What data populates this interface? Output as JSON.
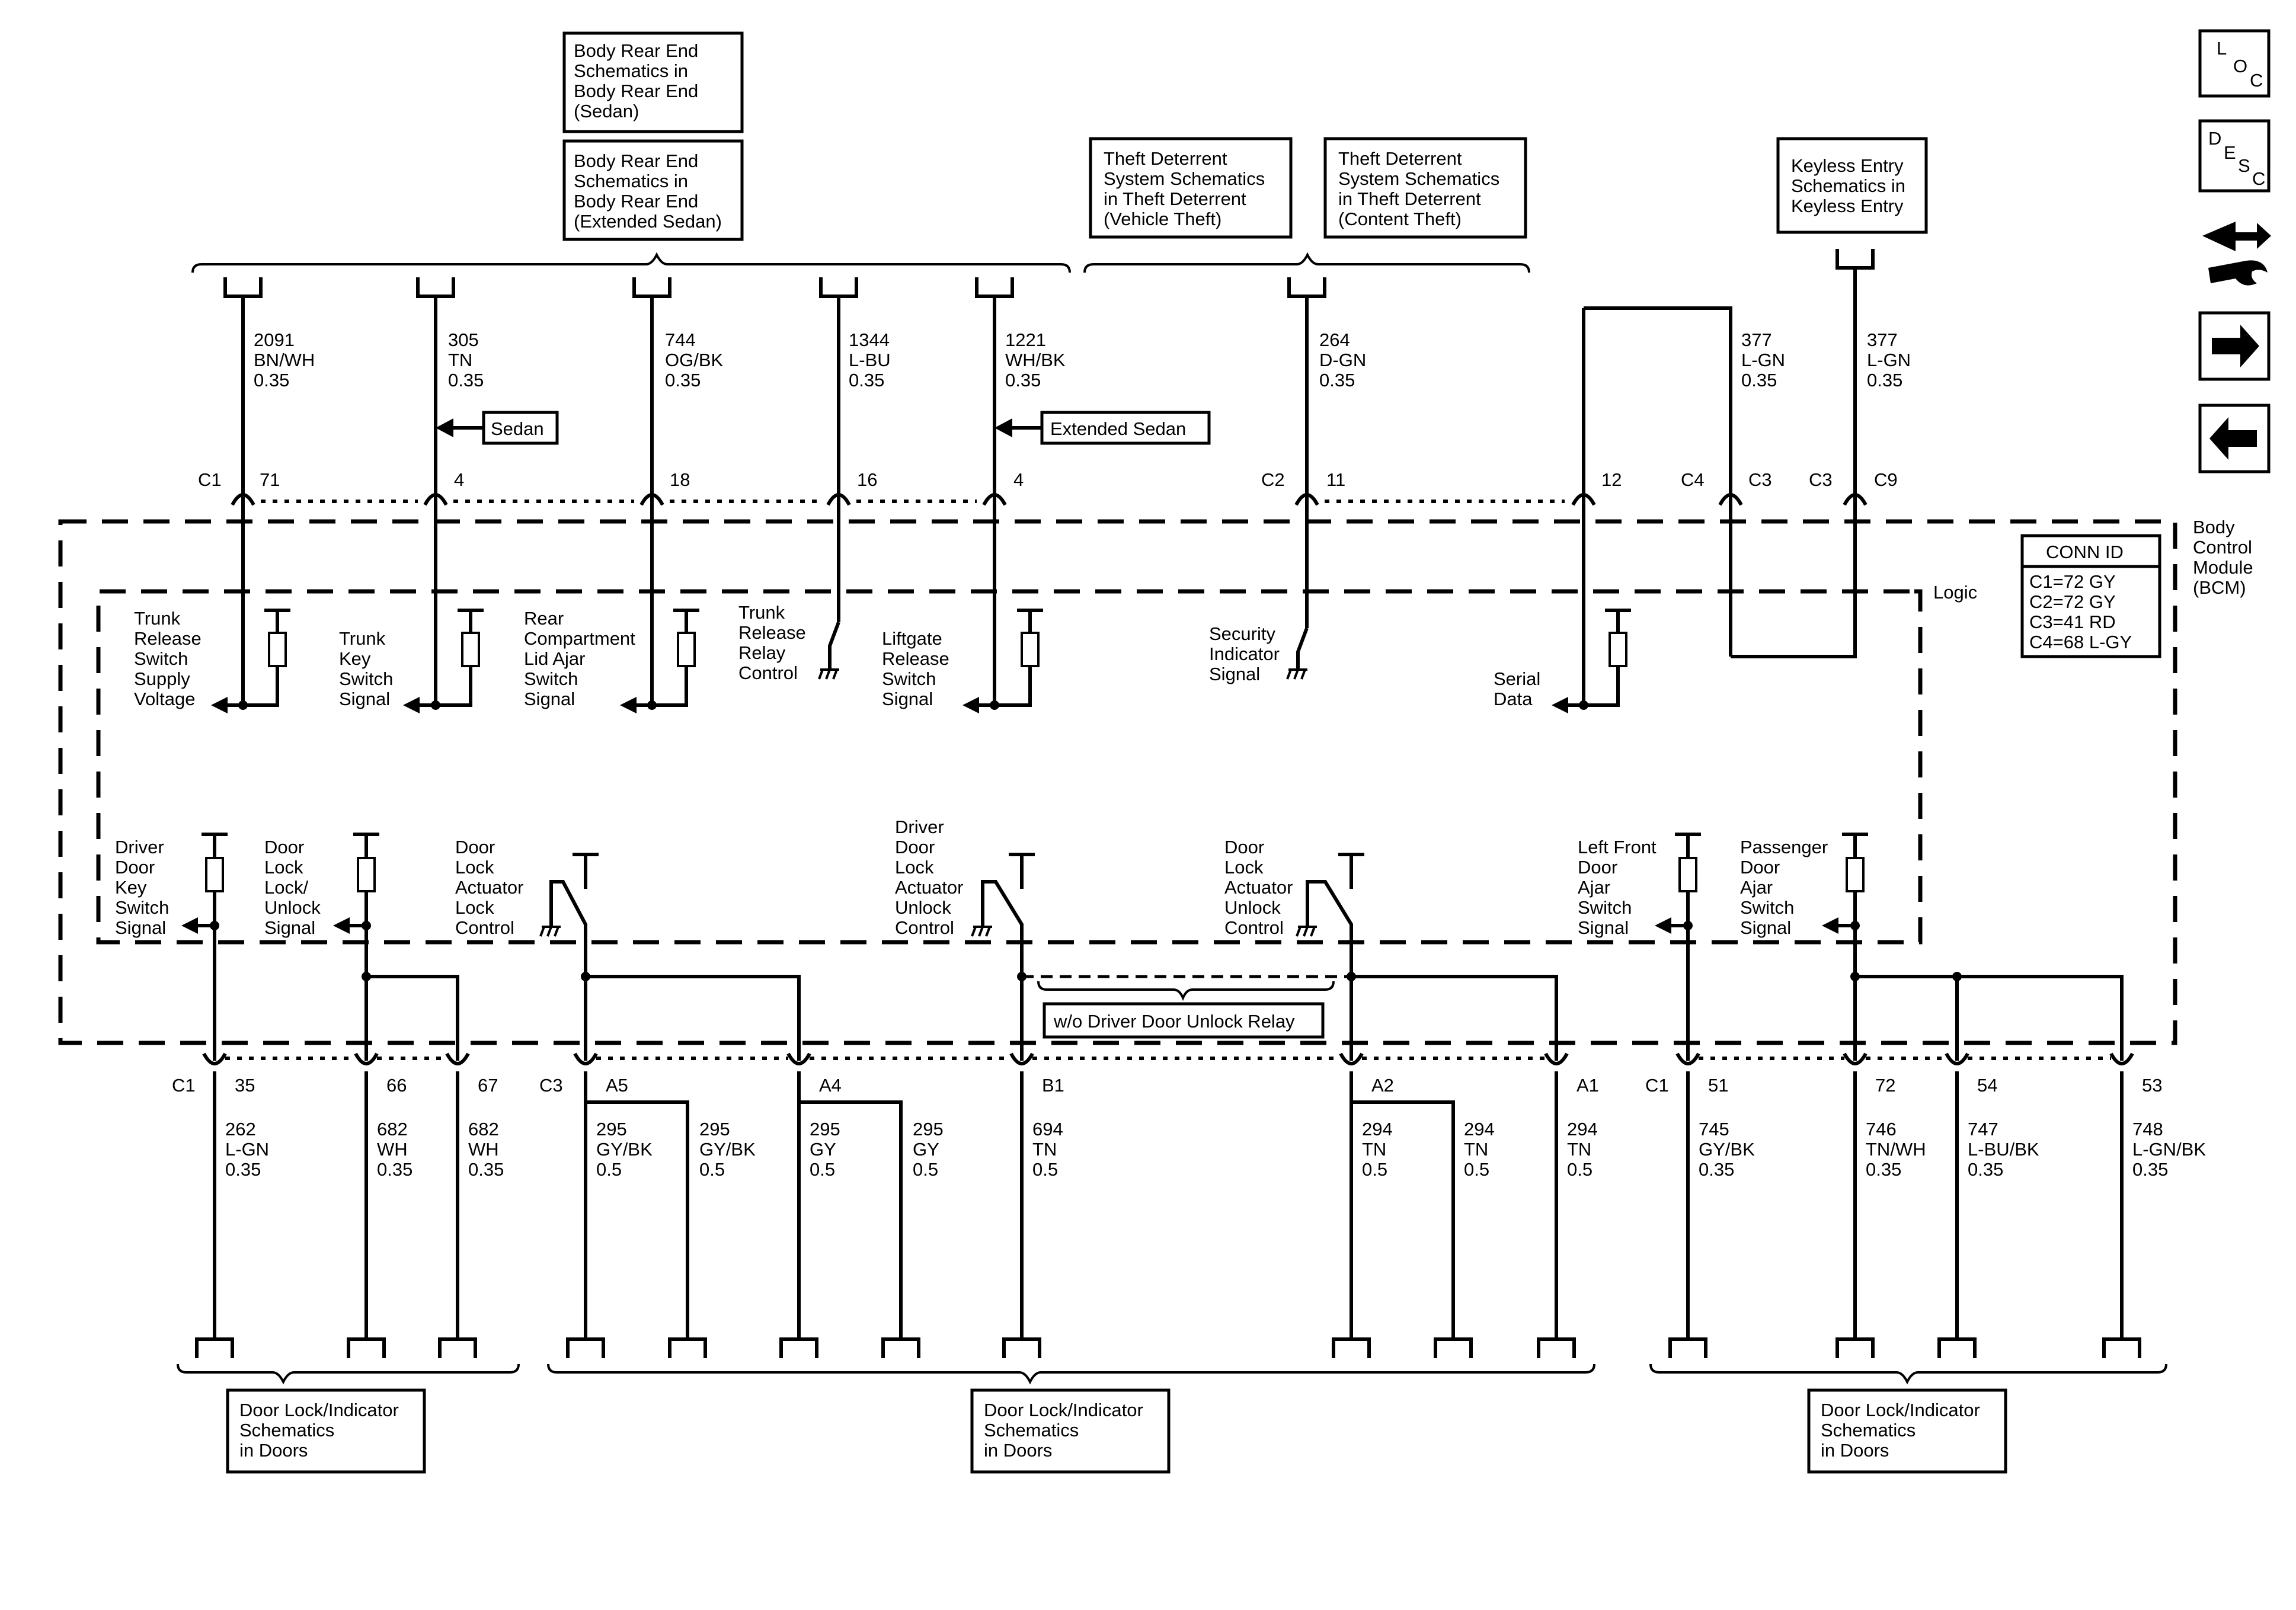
{
  "nav": {
    "loc": {
      "l": "L",
      "o": "O",
      "c": "C"
    },
    "desc": {
      "d": "D",
      "e": "E",
      "s": "S",
      "c": "C"
    }
  },
  "references": {
    "body_rear_sedan": [
      "Body Rear End",
      "Schematics in",
      "Body Rear End",
      "(Sedan)"
    ],
    "body_rear_ext": [
      "Body Rear End",
      "Schematics in",
      "Body Rear End",
      "(Extended Sedan)"
    ],
    "theft_vehicle": [
      "Theft Deterrent",
      "System Schematics",
      "in Theft Deterrent",
      "(Vehicle Theft)"
    ],
    "theft_content": [
      "Theft Deterrent",
      "System Schematics",
      "in Theft Deterrent",
      "(Content Theft)"
    ],
    "keyless": [
      "Keyless Entry",
      "Schematics in",
      "Keyless Entry"
    ],
    "door_left": [
      "Door Lock/Indicator",
      "Schematics",
      "in Doors"
    ],
    "door_mid": [
      "Door Lock/Indicator",
      "Schematics",
      "in Doors"
    ],
    "door_right": [
      "Door Lock/Indicator",
      "Schematics",
      "in Doors"
    ]
  },
  "module": {
    "name": [
      "Body",
      "Control",
      "Module",
      "(BCM)"
    ],
    "logic": "Logic",
    "conn_id": {
      "title": "CONN ID",
      "rows": [
        "C1=72 GY",
        "C2=72 GY",
        "C3=41 RD",
        "C4=68 L-GY"
      ]
    }
  },
  "options": {
    "sedan": "Sedan",
    "extended_sedan": "Extended Sedan",
    "no_unlock_relay": "w/o Driver Door Unlock Relay"
  },
  "top_wires": [
    {
      "circuit": "2091",
      "color": "BN/WH",
      "gauge": "0.35",
      "connector": "C1",
      "pin": "71"
    },
    {
      "circuit": "305",
      "color": "TN",
      "gauge": "0.35",
      "pin": "4"
    },
    {
      "circuit": "744",
      "color": "OG/BK",
      "gauge": "0.35",
      "pin": "18"
    },
    {
      "circuit": "1344",
      "color": "L-BU",
      "gauge": "0.35",
      "pin": "16"
    },
    {
      "circuit": "1221",
      "color": "WH/BK",
      "gauge": "0.35",
      "pin": "4"
    },
    {
      "circuit": "264",
      "color": "D-GN",
      "gauge": "0.35",
      "connector": "C2",
      "pin": "11"
    },
    {
      "pin": "12"
    },
    {
      "circuit": "377",
      "color": "L-GN",
      "gauge": "0.35",
      "connector": "C4",
      "pin": "C3"
    },
    {
      "circuit": "377",
      "color": "L-GN",
      "gauge": "0.35",
      "connector": "C3",
      "pin": "C9"
    }
  ],
  "top_signals": [
    [
      "Trunk",
      "Release",
      "Switch",
      "Supply",
      "Voltage"
    ],
    [
      "Trunk",
      "Key",
      "Switch",
      "Signal"
    ],
    [
      "Rear",
      "Compartment",
      "Lid Ajar",
      "Switch",
      "Signal"
    ],
    [
      "Trunk",
      "Release",
      "Relay",
      "Control"
    ],
    [
      "Liftgate",
      "Release",
      "Switch",
      "Signal"
    ],
    [
      "Security",
      "Indicator",
      "Signal"
    ],
    [
      "Serial",
      "Data"
    ]
  ],
  "bottom_signals": [
    [
      "Driver",
      "Door",
      "Key",
      "Switch",
      "Signal"
    ],
    [
      "Door",
      "Lock",
      "Lock/",
      "Unlock",
      "Signal"
    ],
    [
      "Door",
      "Lock",
      "Actuator",
      "Lock",
      "Control"
    ],
    [
      "Driver",
      "Door",
      "Lock",
      "Actuator",
      "Unlock",
      "Control"
    ],
    [
      "Door",
      "Lock",
      "Actuator",
      "Unlock",
      "Control"
    ],
    [
      "Left Front",
      "Door",
      "Ajar",
      "Switch",
      "Signal"
    ],
    [
      "Passenger",
      "Door",
      "Ajar",
      "Switch",
      "Signal"
    ]
  ],
  "bottom_wires": [
    {
      "connector": "C1",
      "pin": "35",
      "circuit": "262",
      "color": "L-GN",
      "gauge": "0.35"
    },
    {
      "pin": "66",
      "circuit": "682",
      "color": "WH",
      "gauge": "0.35"
    },
    {
      "pin": "67",
      "circuit": "682",
      "color": "WH",
      "gauge": "0.35"
    },
    {
      "connector": "C3",
      "pin": "A5",
      "circuit": "295",
      "color": "GY/BK",
      "gauge": "0.5"
    },
    {
      "circuit": "295",
      "color": "GY/BK",
      "gauge": "0.5"
    },
    {
      "pin": "A4",
      "circuit": "295",
      "color": "GY",
      "gauge": "0.5"
    },
    {
      "circuit": "295",
      "color": "GY",
      "gauge": "0.5"
    },
    {
      "pin": "B1",
      "circuit": "694",
      "color": "TN",
      "gauge": "0.5"
    },
    {
      "pin": "A2",
      "circuit": "294",
      "color": "TN",
      "gauge": "0.5"
    },
    {
      "circuit": "294",
      "color": "TN",
      "gauge": "0.5"
    },
    {
      "pin": "A1",
      "circuit": "294",
      "color": "TN",
      "gauge": "0.5"
    },
    {
      "connector": "C1",
      "pin": "51",
      "circuit": "745",
      "color": "GY/BK",
      "gauge": "0.35"
    },
    {
      "pin": "72",
      "circuit": "746",
      "color": "TN/WH",
      "gauge": "0.35"
    },
    {
      "pin": "54",
      "circuit": "747",
      "color": "L-BU/BK",
      "gauge": "0.35"
    },
    {
      "pin": "53",
      "circuit": "748",
      "color": "L-GN/BK",
      "gauge": "0.35"
    }
  ]
}
